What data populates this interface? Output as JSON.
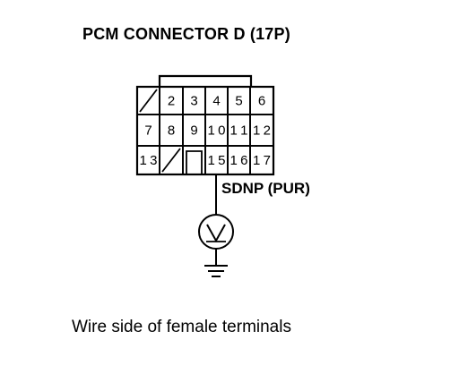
{
  "title": "PCM CONNECTOR D (17P)",
  "footer": "Wire side of female terminals",
  "signal_label": "SDNP (PUR)",
  "connector": {
    "rows": [
      [
        {
          "pin": "",
          "type": "blank"
        },
        {
          "pin": "2",
          "type": "pin"
        },
        {
          "pin": "3",
          "type": "pin"
        },
        {
          "pin": "4",
          "type": "pin"
        },
        {
          "pin": "5",
          "type": "pin"
        },
        {
          "pin": "6",
          "type": "pin"
        }
      ],
      [
        {
          "pin": "7",
          "type": "pin"
        },
        {
          "pin": "8",
          "type": "pin"
        },
        {
          "pin": "9",
          "type": "pin"
        },
        {
          "pin": "10",
          "type": "pin"
        },
        {
          "pin": "11",
          "type": "pin"
        },
        {
          "pin": "12",
          "type": "pin"
        }
      ],
      [
        {
          "pin": "13",
          "type": "pin"
        },
        {
          "pin": "",
          "type": "blank"
        },
        {
          "pin": "",
          "type": "key"
        },
        {
          "pin": "15",
          "type": "pin"
        },
        {
          "pin": "16",
          "type": "pin"
        },
        {
          "pin": "17",
          "type": "pin"
        }
      ]
    ],
    "probe_pin": "15"
  },
  "meter_symbol": "voltmeter-icon",
  "ground_symbol": "ground-icon"
}
